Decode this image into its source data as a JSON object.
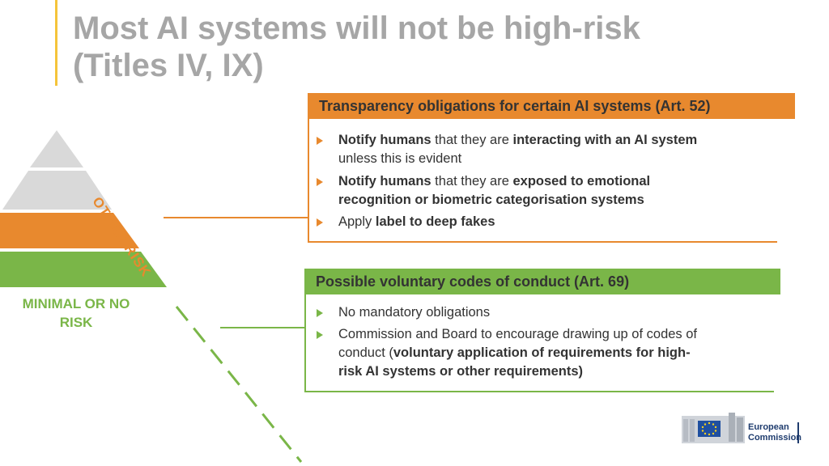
{
  "title": {
    "line1": "Most AI systems will not be high-risk",
    "line2": "(Titles IV, IX)"
  },
  "pyramid": {
    "other_risk_label": "OTHER RISK",
    "minimal_label_1": "MINIMAL OR NO",
    "minimal_label_2": "RISK"
  },
  "transparency": {
    "heading": "Transparency obligations for certain AI systems (Art. 52)",
    "bullets": [
      {
        "b1": "Notify humans",
        "t1": " that they are ",
        "b2": "interacting with an AI system",
        "t2": "unless this is evident"
      },
      {
        "b1": "Notify humans",
        "t1": " that they are ",
        "b2": "exposed to emotional",
        "b3": "recognition or biometric categorisation systems"
      },
      {
        "t1": "Apply ",
        "b1": "label to deep fakes"
      }
    ]
  },
  "codes": {
    "heading": "Possible voluntary codes of conduct (Art. 69)",
    "bullets": [
      {
        "t1": "No mandatory obligations"
      },
      {
        "t1": "Commission and Board to encourage drawing up of codes of",
        "t2": "conduct (",
        "b1": "voluntary application of requirements for high-",
        "b2": "risk AI systems or other requirements)"
      }
    ]
  },
  "logo": {
    "line1": "European",
    "line2": "Commission"
  },
  "colors": {
    "orange": "#e8892e",
    "green": "#7ab648",
    "grey": "#a6a6a6",
    "title_accent": "#f5c43a"
  }
}
